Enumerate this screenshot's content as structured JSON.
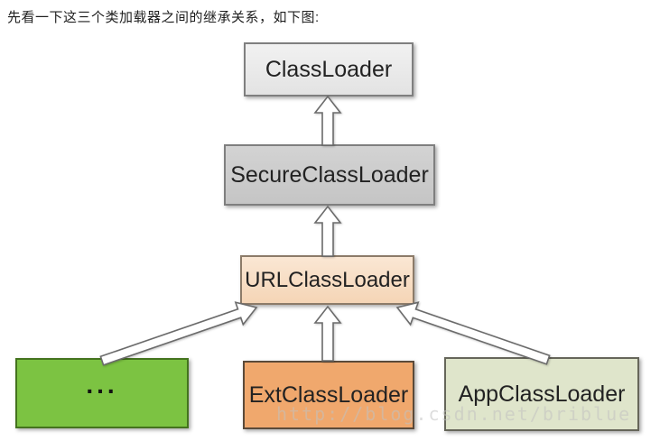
{
  "header": {
    "text": "先看一下这三个类加载器之间的继承关系，如下图:"
  },
  "diagram": {
    "type": "class-inheritance-hierarchy",
    "nodes": {
      "classloader": {
        "label": "ClassLoader",
        "fill": "#ebebeb",
        "border": "#7f7f7f"
      },
      "secureclassloader": {
        "label": "SecureClassLoader",
        "fill": "#cbcbcb",
        "border": "#7f7f7f"
      },
      "urlclassloader": {
        "label": "URLClassLoader",
        "fill": "#f8ddc2",
        "border": "#8c7b69"
      },
      "otherloaders": {
        "label": "...",
        "fill": "#7cc342",
        "border": "#44731e"
      },
      "extclassloader": {
        "label": "ExtClassLoader",
        "fill": "#f0a86d",
        "border": "#5a4a3a"
      },
      "appclassloader": {
        "label": "AppClassLoader",
        "fill": "#dfe5cb",
        "border": "#66665a"
      }
    },
    "edges": [
      {
        "from": "secureclassloader",
        "to": "classloader",
        "style": "hollow-up-arrow"
      },
      {
        "from": "urlclassloader",
        "to": "secureclassloader",
        "style": "hollow-up-arrow"
      },
      {
        "from": "extclassloader",
        "to": "urlclassloader",
        "style": "hollow-up-arrow"
      },
      {
        "from": "otherloaders",
        "to": "urlclassloader",
        "style": "hollow-diagonal-arrow"
      },
      {
        "from": "appclassloader",
        "to": "urlclassloader",
        "style": "hollow-diagonal-arrow"
      }
    ],
    "watermark": "http://blog.csdn.net/briblue"
  }
}
